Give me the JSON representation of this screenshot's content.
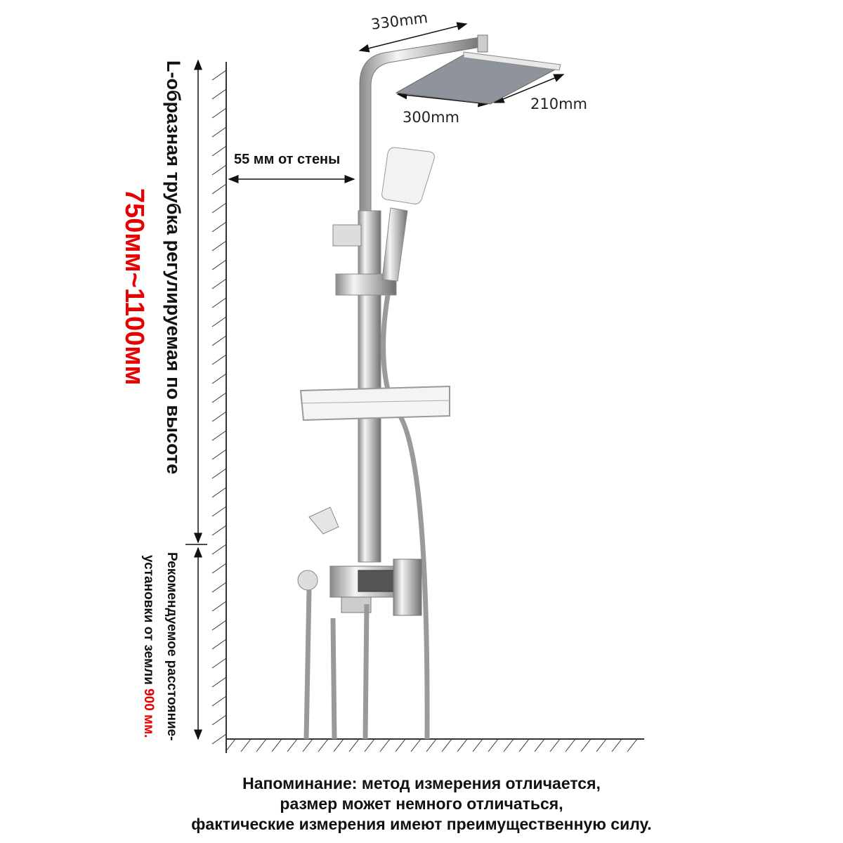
{
  "left_label": {
    "tube_text": "L-образная трубка регулируемая по высоте",
    "height_range": "750мм~1100мм"
  },
  "install_label": {
    "line1": "Рекомендуемое расстояние-",
    "line2_prefix": "установки от земли",
    "line2_value": "900 мм."
  },
  "dimensions": {
    "arm_length": "330mm",
    "head_width": "300mm",
    "head_depth": "210mm",
    "wall_offset": "55 мм от стены"
  },
  "note": {
    "line1": "Напоминание: метод измерения отличается,",
    "line2": "размер может немного отличаться,",
    "line3": "фактические измерения имеют преимущественную силу."
  },
  "colors": {
    "accent_red": "#e60000"
  }
}
